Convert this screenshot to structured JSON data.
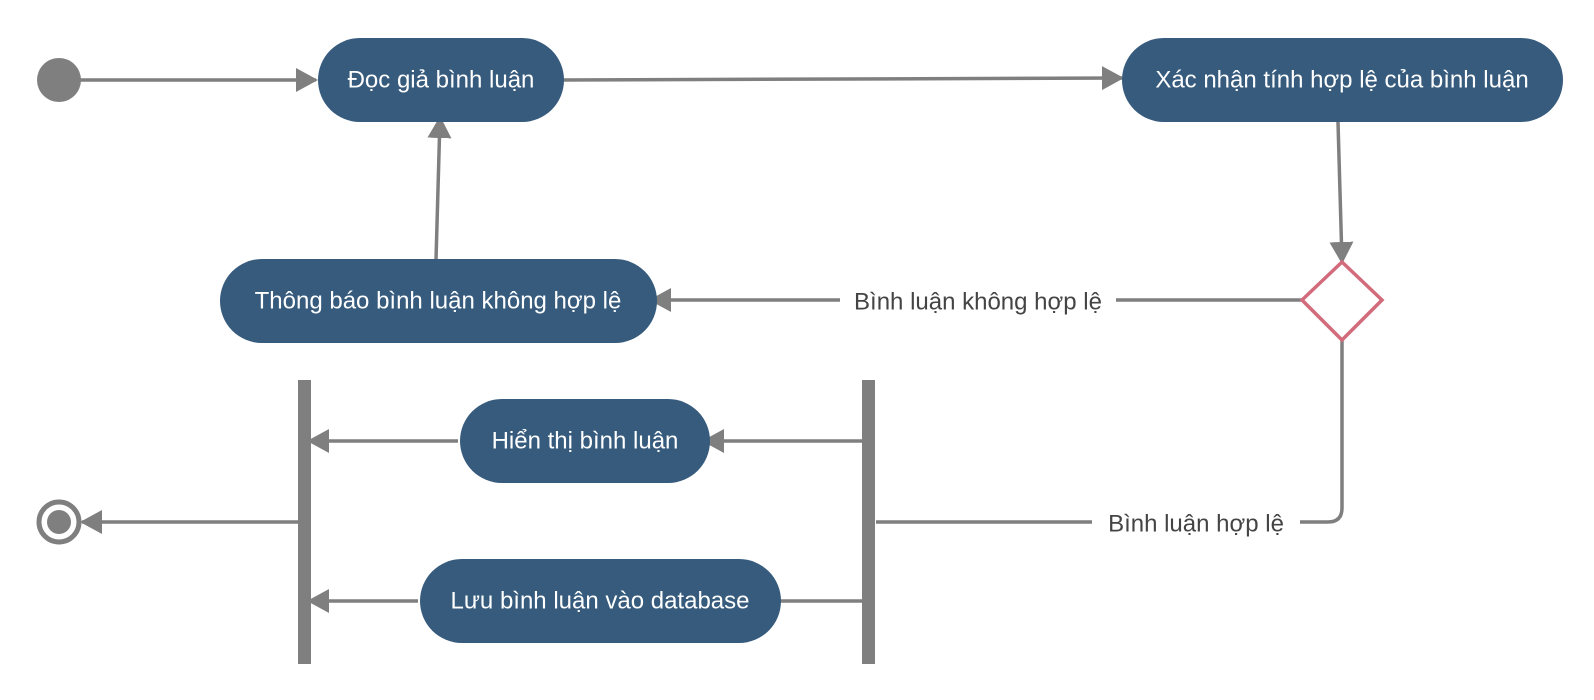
{
  "colors": {
    "node_fill": "#365b7d",
    "node_text": "#ffffff",
    "edge": "#7f7f7f",
    "decision_stroke": "#d26b7c",
    "bar": "#7f7f7f",
    "label_text": "#444444"
  },
  "nodes": {
    "reader_comments": "Đọc giả bình luận",
    "validate_comment": "Xác nhận tính hợp lệ của bình luận",
    "notify_invalid": "Thông báo bình luận không hợp lệ",
    "display_comment": "Hiển thị bình luận",
    "save_comment": "Lưu bình luận vào database"
  },
  "edge_labels": {
    "invalid": "Bình luận không hợp lệ",
    "valid": "Bình luận hợp lệ"
  }
}
